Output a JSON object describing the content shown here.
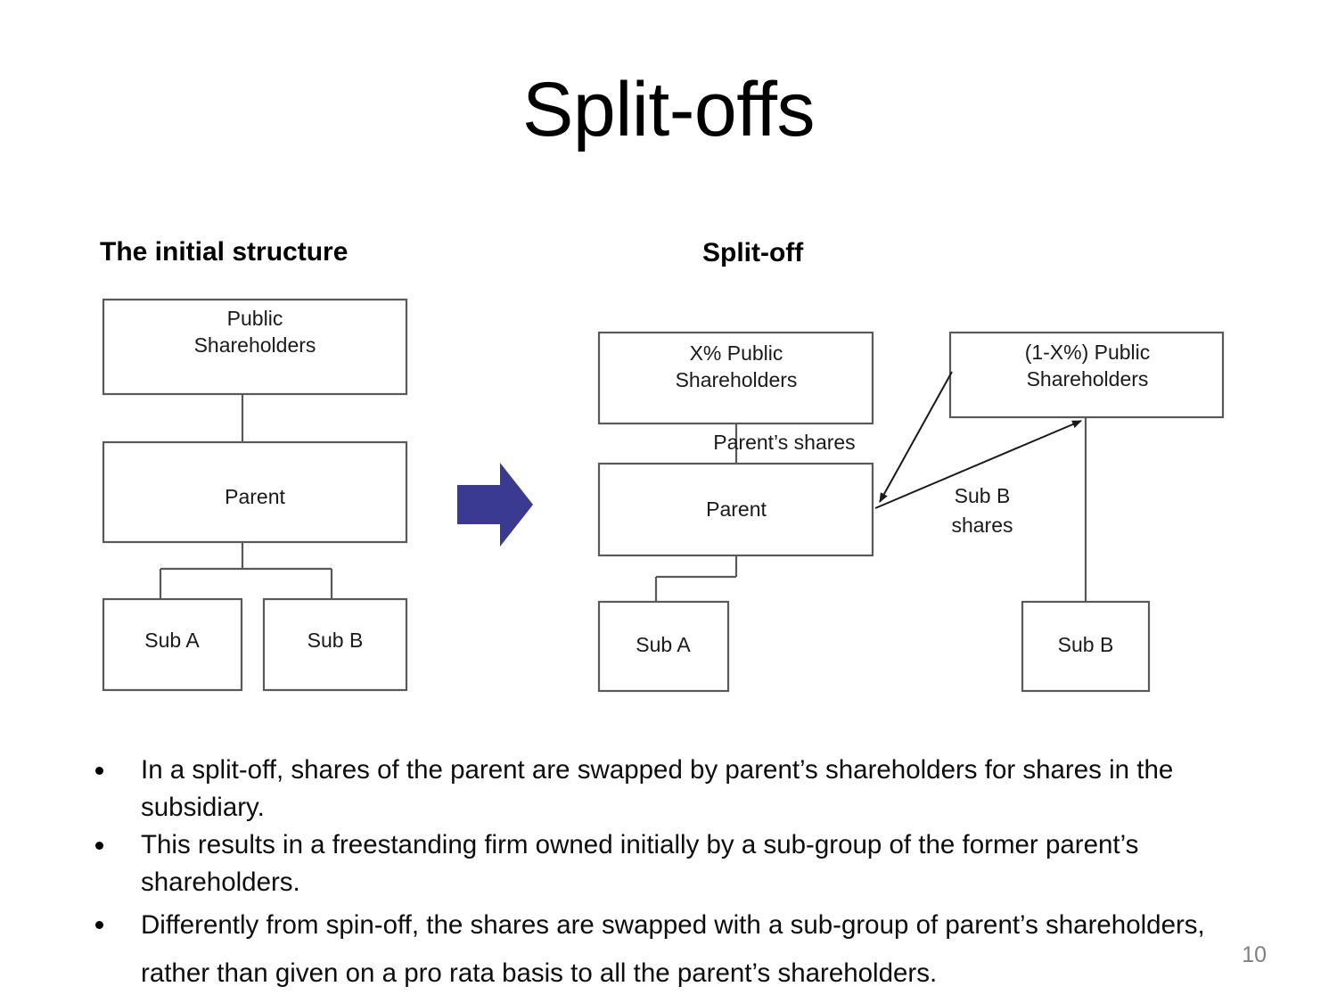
{
  "slide": {
    "title": "Split-offs",
    "page_number": "10"
  },
  "sections": {
    "initial": {
      "heading": "The initial structure"
    },
    "splitoff": {
      "heading": "Split-off"
    }
  },
  "diagram_initial": {
    "nodes": {
      "public_shareholders": "Public\nShareholders",
      "public_shareholders_line1": "Public",
      "public_shareholders_line2": "Shareholders",
      "parent": "Parent",
      "sub_a": "Sub A",
      "sub_b": "Sub B"
    },
    "edges": [
      {
        "from": "public_shareholders",
        "to": "parent",
        "label": ""
      },
      {
        "from": "parent",
        "to": "sub_a",
        "label": ""
      },
      {
        "from": "parent",
        "to": "sub_b",
        "label": ""
      }
    ]
  },
  "diagram_splitoff": {
    "nodes": {
      "x_public_shareholders_line1": "X% Public",
      "x_public_shareholders_line2": "Shareholders",
      "one_minus_x_public_shareholders_line1": "(1-X%) Public",
      "one_minus_x_public_shareholders_line2": "Shareholders",
      "parent": "Parent",
      "sub_a": "Sub A",
      "sub_b": "Sub B"
    },
    "edge_labels": {
      "parents_shares": "Parent’s shares",
      "sub_b_shares_line1": "Sub B",
      "sub_b_shares_line2": "shares"
    },
    "edges": [
      {
        "from": "x_public_shareholders",
        "to": "parent",
        "label": "Parent’s shares",
        "arrow": false
      },
      {
        "from": "one_minus_x_public_shareholders",
        "to": "parent",
        "label": "",
        "arrow": true
      },
      {
        "from": "parent",
        "to": "one_minus_x_public_shareholders",
        "label": "Sub B shares",
        "arrow": true
      },
      {
        "from": "parent",
        "to": "sub_a",
        "label": "",
        "arrow": false
      },
      {
        "from": "one_minus_x_public_shareholders",
        "to": "sub_b",
        "label": "",
        "arrow": false
      }
    ]
  },
  "transition": {
    "icon": "right-arrow-icon",
    "color": "#3A3A92"
  },
  "bullets": [
    "In a split-off, shares of the parent are swapped by parent’s shareholders for shares in the subsidiary.",
    "This results in a freestanding firm owned initially by a sub-group of the former parent’s shareholders.",
    "Differently from spin-off, the shares are swapped with a sub-group of parent’s shareholders, rather than given on a pro rata basis to all the parent’s shareholders."
  ],
  "colors": {
    "box_stroke": "#595959",
    "arrow_blue": "#3A3A92",
    "text": "#0D0D0D",
    "page_number": "#808080"
  }
}
